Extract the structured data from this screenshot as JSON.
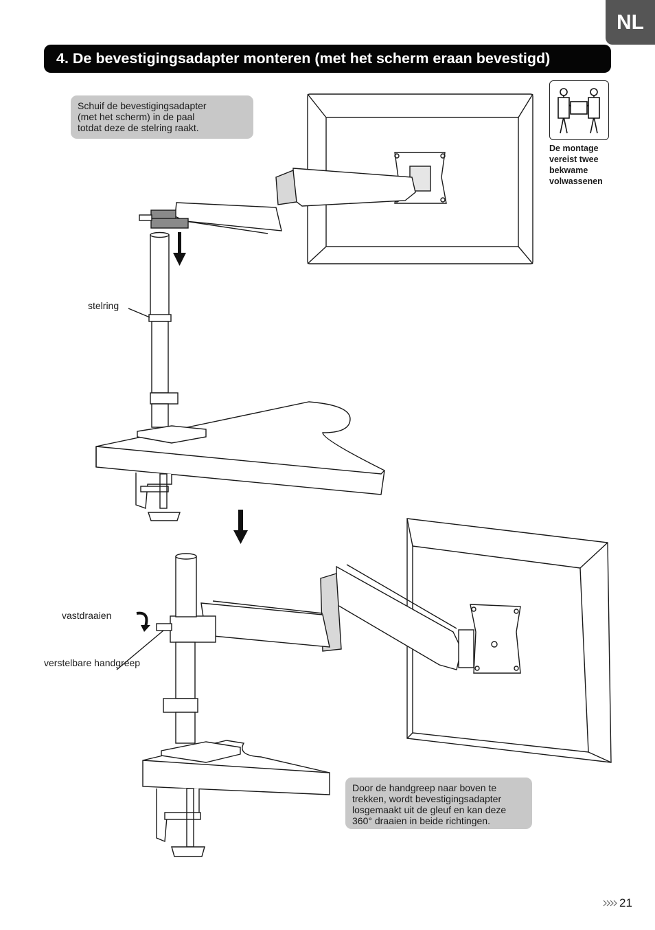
{
  "language_tab": "NL",
  "section_title": "4. De bevestigingsadapter monteren (met het scherm eraan bevestigd)",
  "callout_top": {
    "lines": [
      "Schuif de bevestigingsadapter",
      "(met het scherm) in de paal",
      "totdat deze de stelring raakt."
    ]
  },
  "callout_bottom": {
    "lines": [
      "Door de handgreep naar boven te",
      "trekken, wordt bevestigingsadapter",
      "losgemaakt uit de gleuf en kan deze",
      "360° draaien in beide richtingen."
    ]
  },
  "labels": {
    "stelring": "stelring",
    "vastdraaien": "vastdraaien",
    "verstelbare_handgreep": "verstelbare handgreep"
  },
  "two_person_notice": {
    "icon": "two-people-carrying-icon",
    "lines": [
      "De montage",
      "vereist twee",
      "bekwame",
      "volwassenen"
    ]
  },
  "page_number": "21",
  "colors": {
    "title_bg": "#050505",
    "tab_bg": "#555555",
    "callout_bg": "#c8c8c8"
  }
}
